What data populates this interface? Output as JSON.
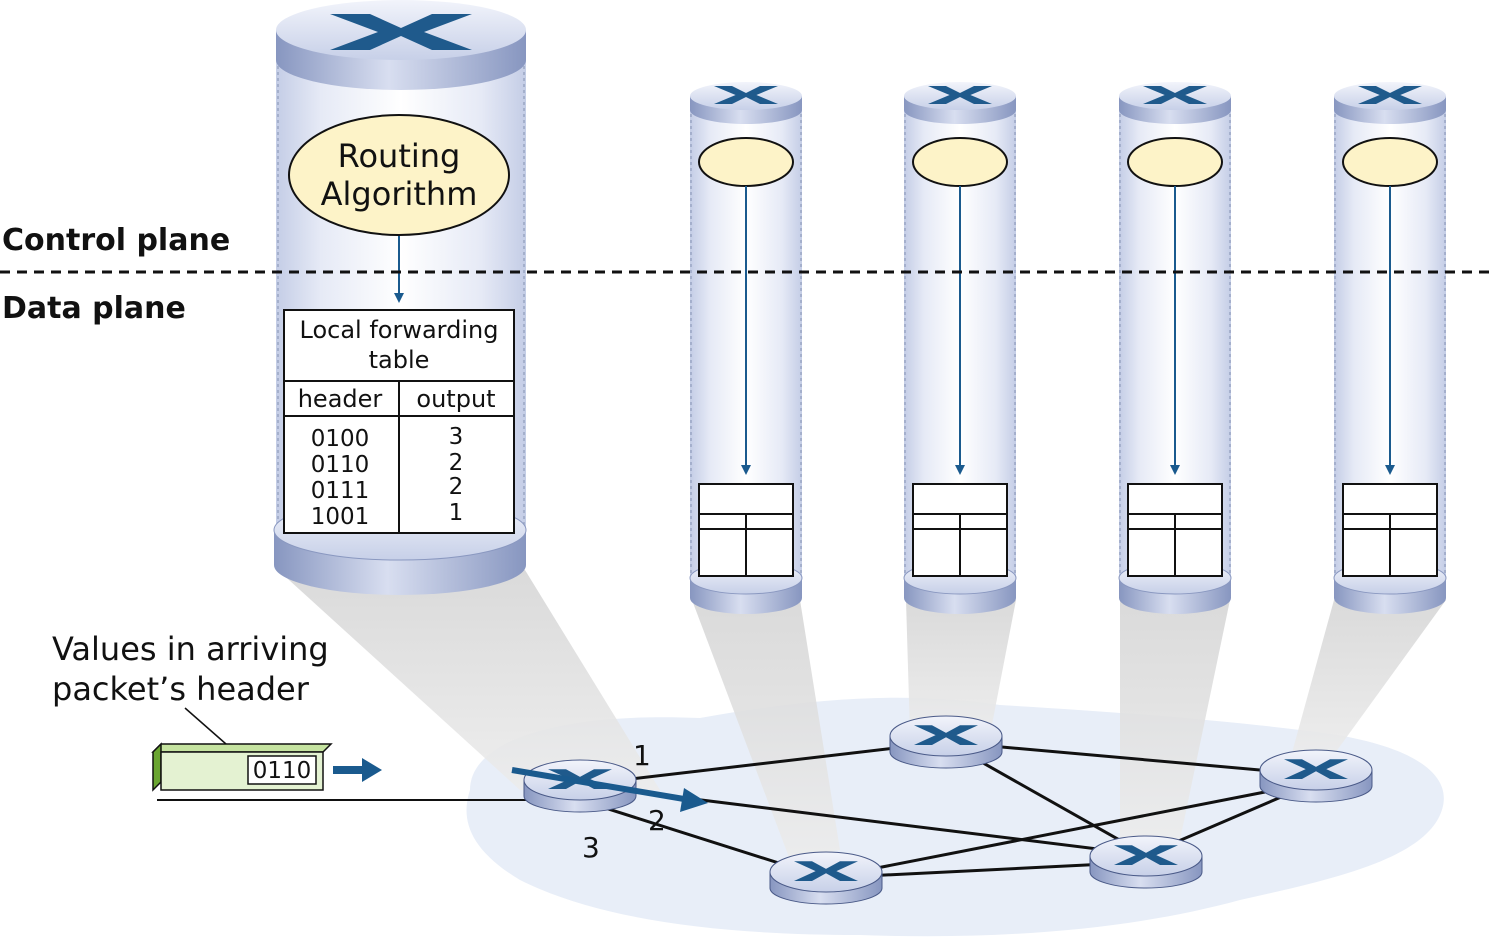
{
  "planes": {
    "control": "Control plane",
    "data": "Data plane"
  },
  "routing_algorithm": {
    "line1": "Routing",
    "line2": "Algorithm"
  },
  "forwarding_table": {
    "title_line1": "Local forwarding",
    "title_line2": "table",
    "columns": [
      "header",
      "output"
    ],
    "rows": [
      {
        "header": "0100",
        "output": "3"
      },
      {
        "header": "0110",
        "output": "2"
      },
      {
        "header": "0111",
        "output": "2"
      },
      {
        "header": "1001",
        "output": "1"
      }
    ]
  },
  "packet": {
    "label_line1": "Values in arriving",
    "label_line2": "packet’s header",
    "header_value": "0110"
  },
  "ports": {
    "port1": "1",
    "port2": "2",
    "port3": "3"
  },
  "colors": {
    "arrow_blue": "#1a5a8e",
    "ellipse_fill": "#fdf3c8",
    "packet_green": "#8bc34a",
    "router_body": "#9fb0d2"
  }
}
